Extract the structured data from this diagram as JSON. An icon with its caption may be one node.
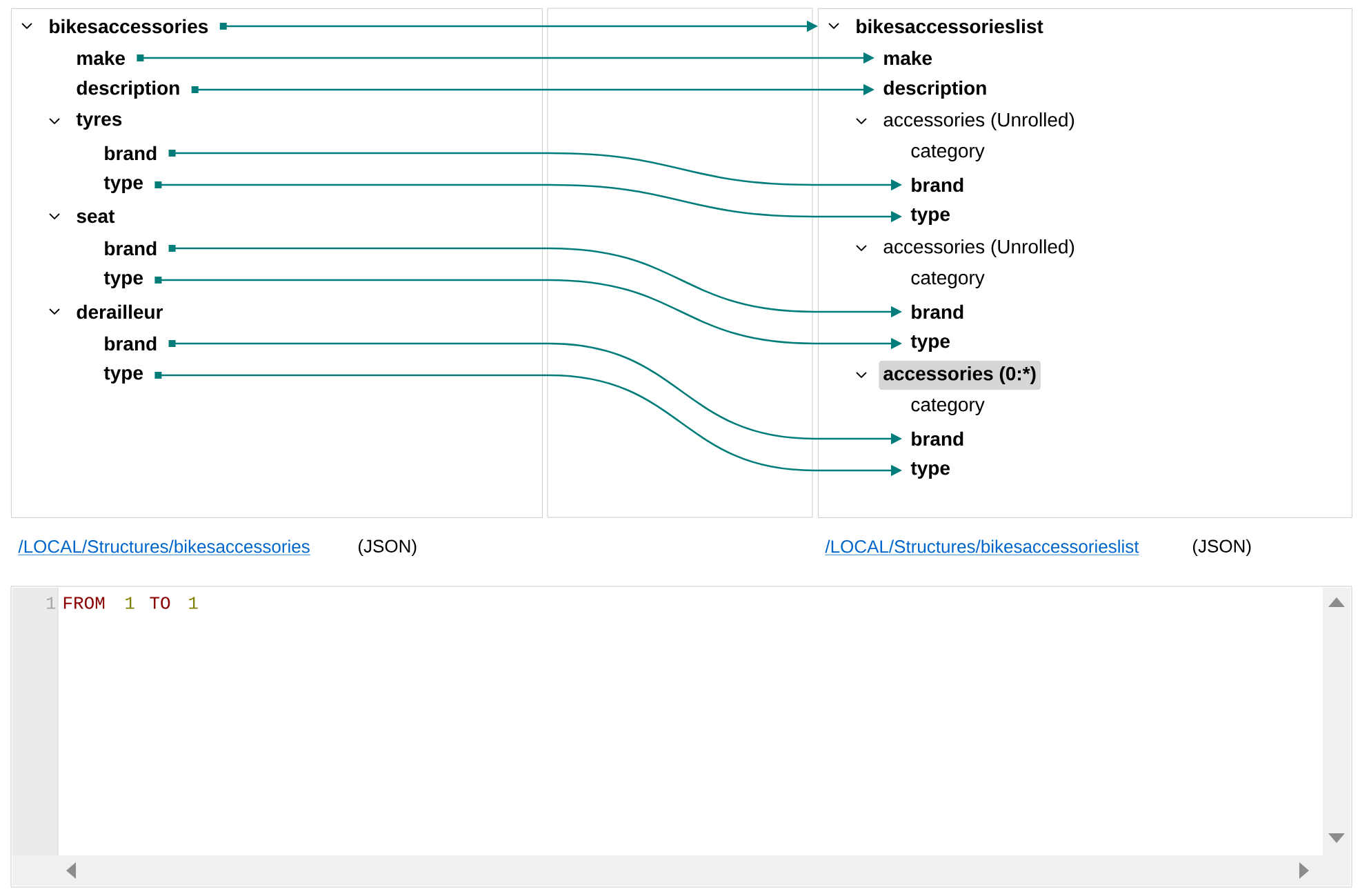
{
  "diagram": {
    "nodes": [
      {
        "text": [],
        "shape": "box"
      },
      {
        "text": [
          "bikesaccessories"
        ],
        "in": 0
      },
      {
        "text": [
          "make"
        ],
        "in": 0
      },
      {
        "text": [
          "description"
        ],
        "in": 0
      },
      {
        "text": [
          "tyres"
        ],
        "in": 0
      },
      {
        "text": [
          "brand"
        ],
        "in": 0
      },
      {
        "text": [
          "type"
        ],
        "in": 0
      },
      {
        "text": [
          "seat"
        ],
        "in": 0
      },
      {
        "text": [
          "brand"
        ],
        "in": 0
      },
      {
        "text": [
          "type"
        ],
        "in": 0
      },
      {
        "text": [
          "derailleur"
        ],
        "in": 0
      },
      {
        "text": [
          "brand"
        ],
        "in": 0
      },
      {
        "text": [
          "type"
        ],
        "in": 0
      },
      {
        "text": [],
        "shape": "box"
      },
      {
        "text": [
          "bikesaccessorieslist"
        ],
        "in": 13
      },
      {
        "text": [
          "make"
        ],
        "in": 13
      },
      {
        "text": [
          "description"
        ],
        "in": 13
      },
      {
        "text": [
          "accessories (Unrolled)"
        ],
        "in": 13
      },
      {
        "text": [
          "category"
        ],
        "in": 13
      },
      {
        "text": [
          "brand"
        ],
        "in": 13
      },
      {
        "text": [
          "type"
        ],
        "in": 13
      },
      {
        "text": [
          "accessories (Unrolled)"
        ],
        "in": 13
      },
      {
        "text": [
          "category"
        ],
        "in": 13
      },
      {
        "text": [
          "brand"
        ],
        "in": 13
      },
      {
        "text": [
          "type"
        ],
        "in": 13
      },
      {
        "text": [
          "accessories (0:*)"
        ],
        "in": 13
      },
      {
        "text": [
          "category"
        ],
        "in": 13
      },
      {
        "text": [
          "brand"
        ],
        "in": 13
      },
      {
        "text": [
          "type"
        ],
        "in": 13
      }
    ],
    "edges": [
      {
        "from": 1,
        "to": 14,
        "arrow": "to"
      },
      {
        "from": 2,
        "to": 15,
        "arrow": "to"
      },
      {
        "from": 3,
        "to": 16,
        "arrow": "to"
      },
      {
        "from": 5,
        "to": 19,
        "arrow": "to"
      },
      {
        "from": 6,
        "to": 20,
        "arrow": "to"
      },
      {
        "from": 8,
        "to": 23,
        "arrow": "to"
      },
      {
        "from": 9,
        "to": 24,
        "arrow": "to"
      },
      {
        "from": 11,
        "to": 27,
        "arrow": "to"
      },
      {
        "from": 12,
        "to": 28,
        "arrow": "to"
      }
    ],
    "labels": [
      "/LOCAL/Structures/bikesaccessories",
      "(JSON)",
      "/LOCAL/Structures/bikesaccessorieslist",
      "(JSON)",
      "1",
      "FROM",
      "1",
      "TO",
      "1"
    ]
  }
}
